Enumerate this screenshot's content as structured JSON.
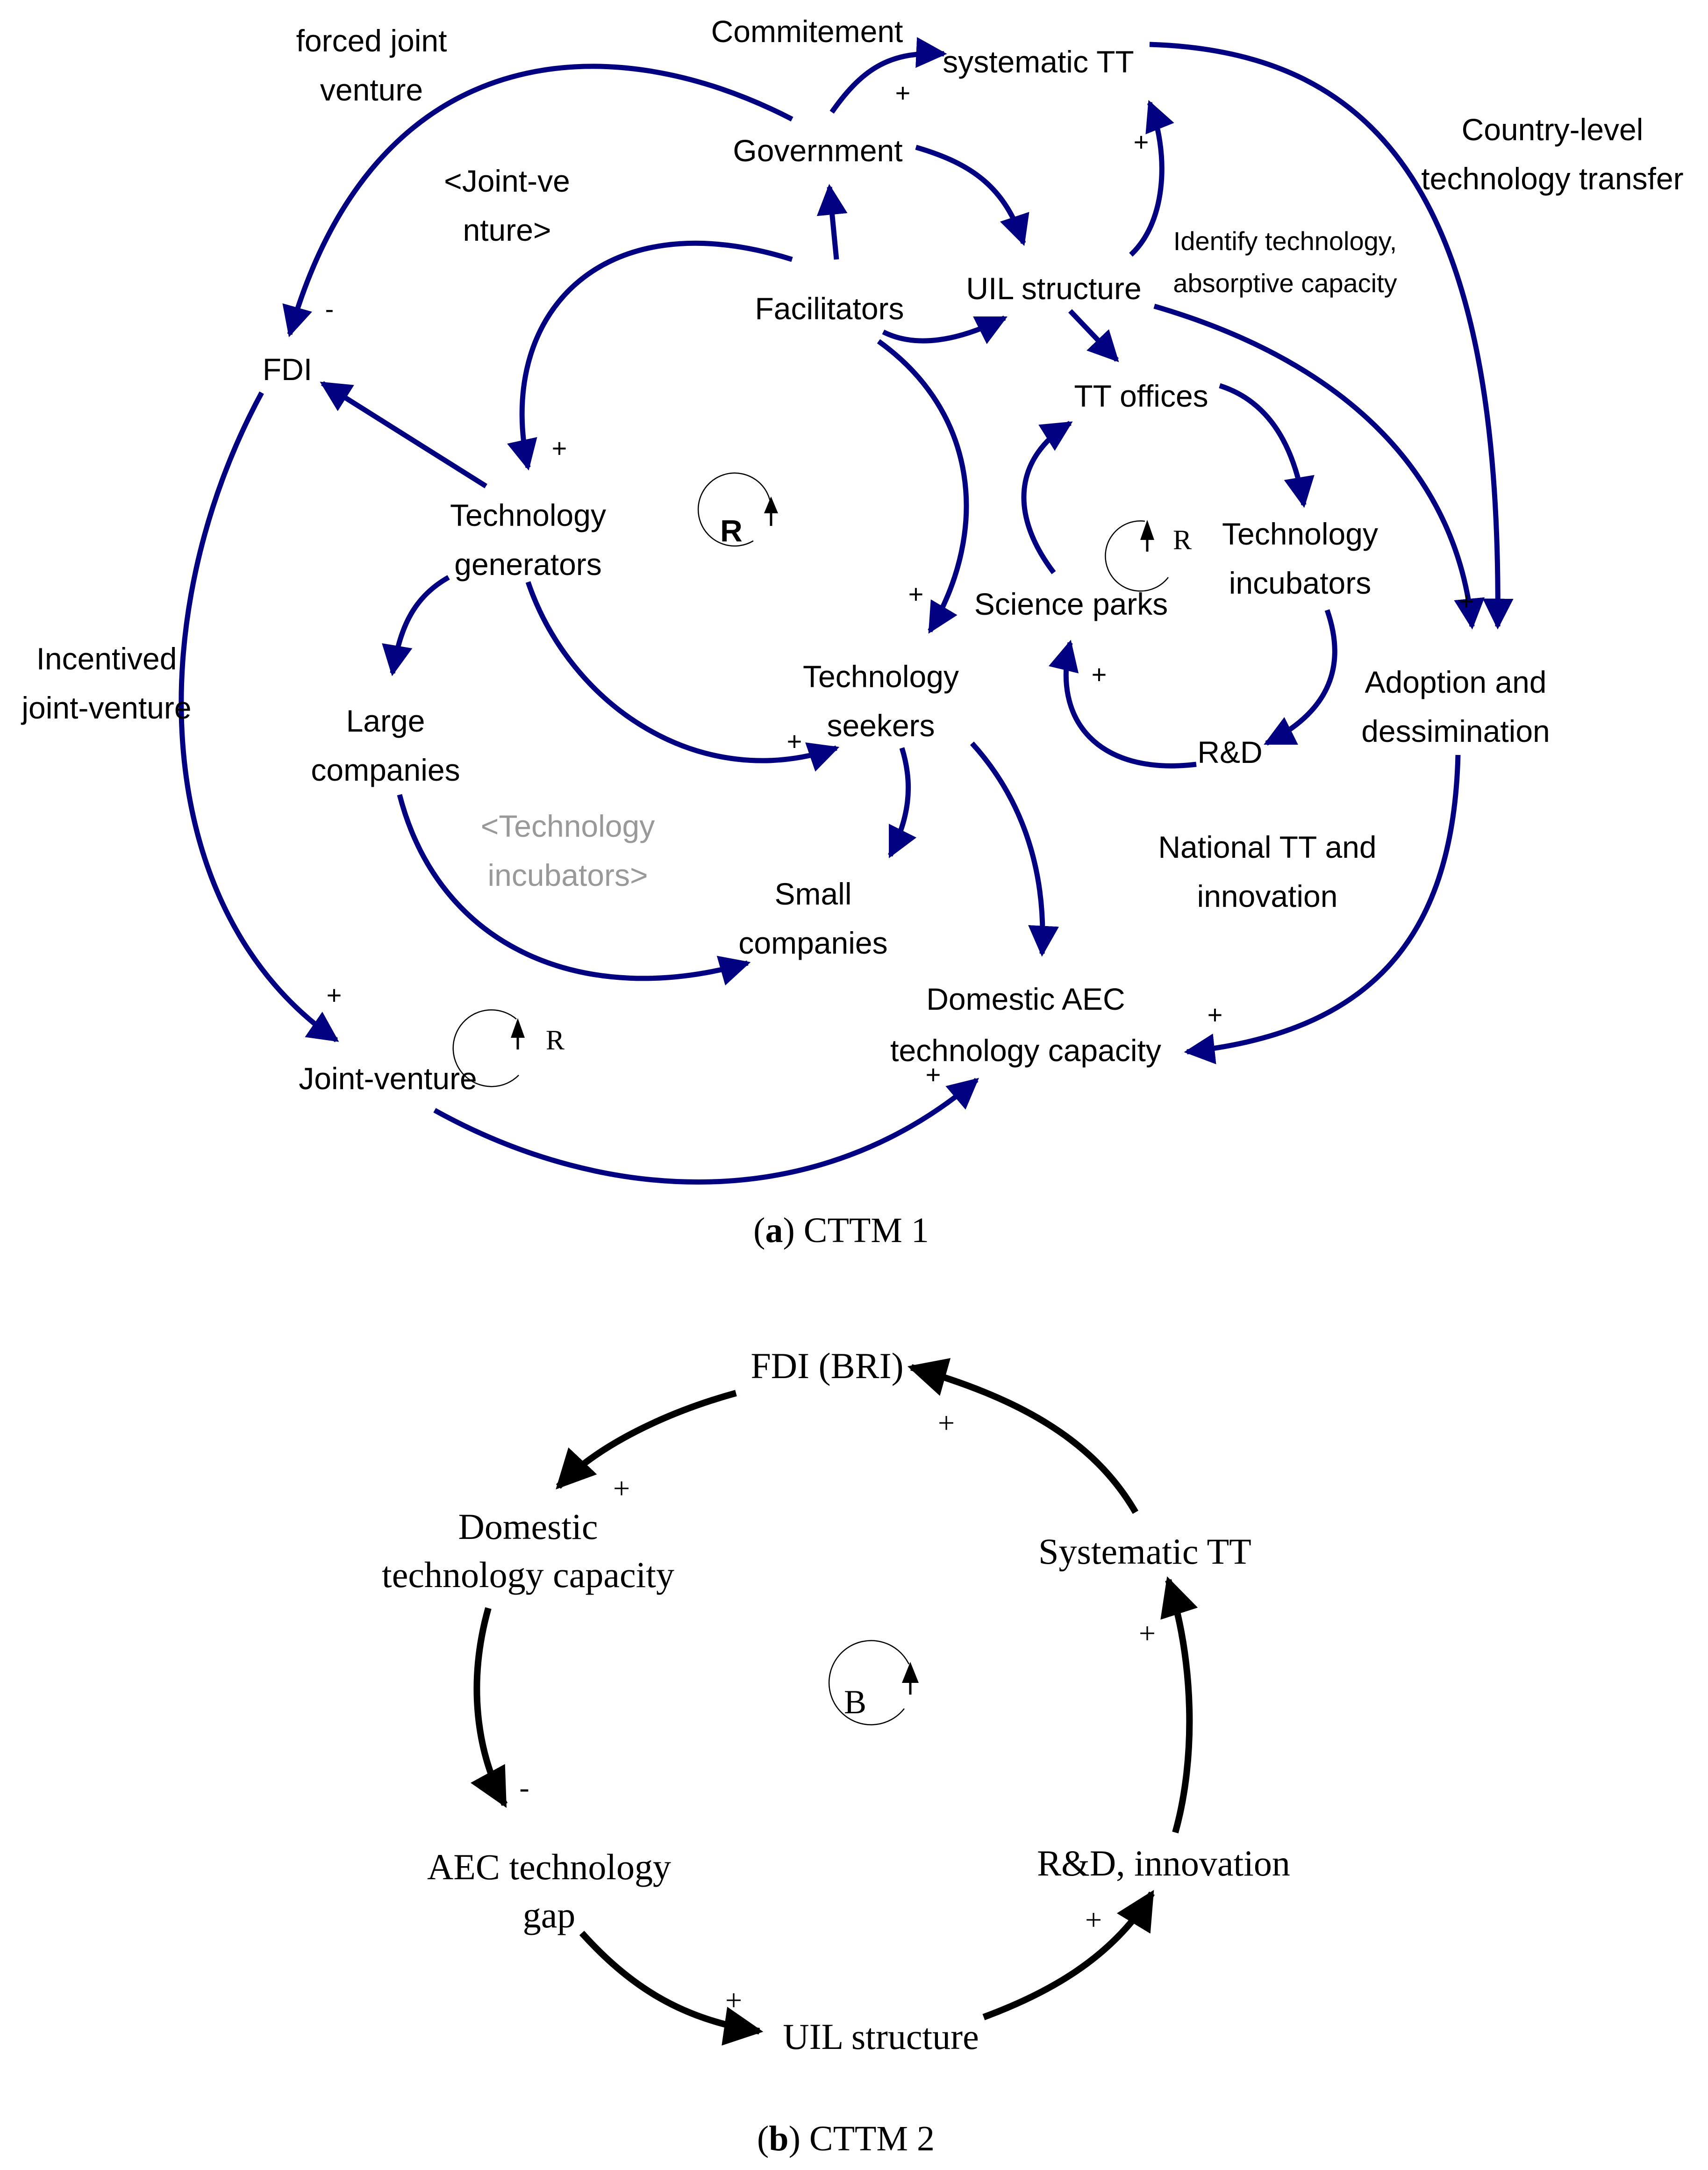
{
  "colors": {
    "diagram_a_edges": "#000080",
    "diagram_b_edges": "#000000",
    "shadow_variable": "#999999"
  },
  "diagram_a": {
    "caption_letter": "a",
    "caption_paren_open": "(",
    "caption_rest": ") CTTM 1",
    "nodes": {
      "forced_joint_venture_1": "forced joint",
      "forced_joint_venture_2": "venture",
      "commitment": "Commitement",
      "systematic_tt": "systematic TT",
      "government": "Government",
      "country_level_1": "Country-level",
      "country_level_2": "technology transfer",
      "joint_venture_ref_1": "<Joint-ve",
      "joint_venture_ref_2": "nture>",
      "identify_1": "Identify technology,",
      "identify_2": "absorptive capacity",
      "facilitators": "Facilitators",
      "uil_structure": "UIL structure",
      "fdi": "FDI",
      "tt_offices": "TT offices",
      "technology_generators_1": "Technology",
      "technology_generators_2": "generators",
      "technology_incubators_1": "Technology",
      "technology_incubators_2": "incubators",
      "science_parks": "Science parks",
      "incentived_1": "Incentived",
      "incentived_2": "joint-venture",
      "technology_seekers_1": "Technology",
      "technology_seekers_2": "seekers",
      "adoption_1": "Adoption and",
      "adoption_2": "dessimination",
      "large_companies_1": "Large",
      "large_companies_2": "companies",
      "rd": "R&D",
      "tech_incubators_ref_1": "<Technology",
      "tech_incubators_ref_2": "incubators>",
      "national_tt_1": "National TT and",
      "national_tt_2": "innovation",
      "small_companies_1": "Small",
      "small_companies_2": "companies",
      "domestic_aec_1": "Domestic AEC",
      "domestic_aec_2": "technology capacity",
      "joint_venture": "Joint-venture"
    },
    "signs": {
      "plus": "+",
      "minus": "-"
    },
    "loops": {
      "main": "R",
      "right": "R",
      "bottom": "R"
    }
  },
  "diagram_b": {
    "caption_letter": "b",
    "caption_paren_open": "(",
    "caption_rest": ") CTTM 2",
    "nodes": {
      "fdi_bri": "FDI (BRI)",
      "domestic_1": "Domestic",
      "domestic_2": "technology capacity",
      "systematic_tt": "Systematic TT",
      "aec_gap_1": "AEC technology",
      "aec_gap_2": "gap",
      "rd_innovation": "R&D, innovation",
      "uil_structure": "UIL structure"
    },
    "signs": {
      "plus": "+",
      "minus": "-"
    },
    "loop": "B"
  }
}
